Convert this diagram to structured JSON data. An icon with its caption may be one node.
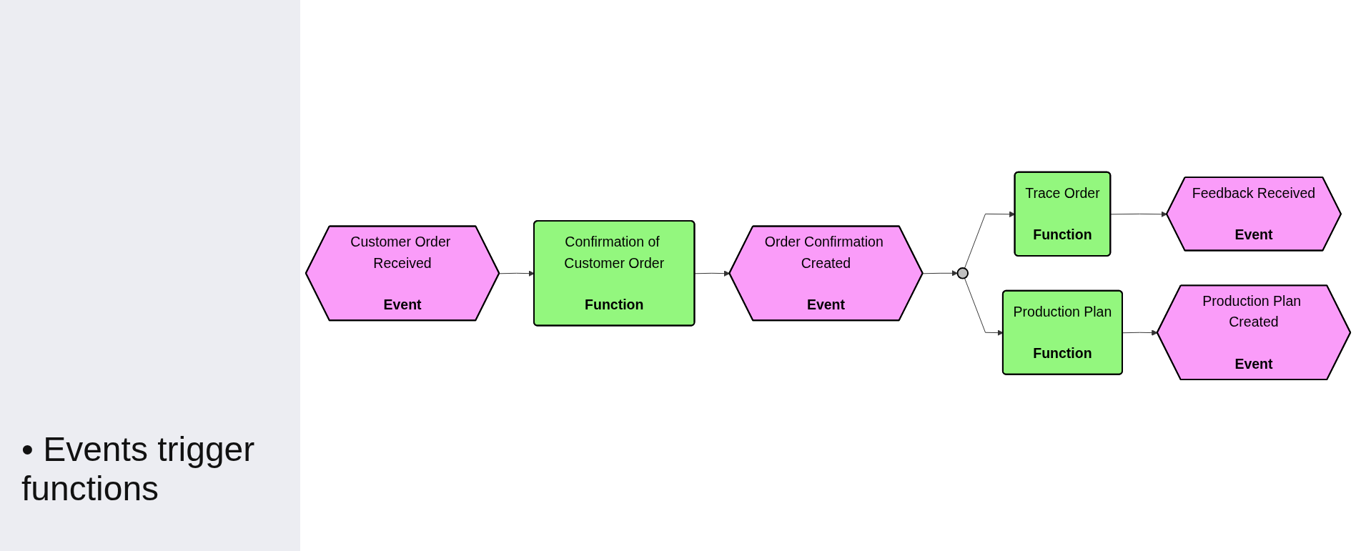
{
  "diagram": {
    "nodes": [
      {
        "text": [
          "Customer Order Received",
          "Event"
        ]
      },
      {
        "text": [
          "Confirmation of Customer Order",
          "Function"
        ]
      },
      {
        "text": [
          "Order Confirmation Created",
          "Event"
        ]
      },
      {
        "text": [],
        "shape": "circle"
      },
      {
        "text": [
          "Trace Order",
          "Function"
        ]
      },
      {
        "text": [
          "Feedback Received",
          "Event"
        ]
      },
      {
        "text": [
          "Production Plan",
          "Function"
        ]
      },
      {
        "text": [
          "Production Plan Created",
          "Event"
        ]
      }
    ],
    "edges": [
      {
        "from": 0,
        "to": 1,
        "arrow": "to"
      },
      {
        "from": 1,
        "to": 2,
        "arrow": "to"
      },
      {
        "from": 2,
        "to": 3,
        "arrow": "to"
      },
      {
        "from": 3,
        "to": 4,
        "arrow": "to"
      },
      {
        "from": 4,
        "to": 5,
        "arrow": "to"
      },
      {
        "from": 3,
        "to": 6,
        "arrow": "to"
      },
      {
        "from": 6,
        "to": 7,
        "arrow": "to"
      }
    ],
    "labels": [
      "• Events trigger functions"
    ]
  }
}
